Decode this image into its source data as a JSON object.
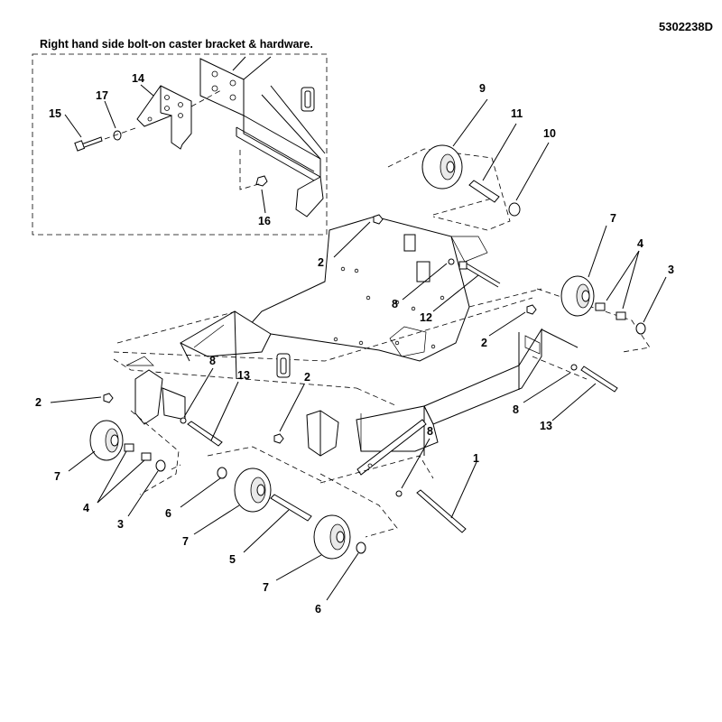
{
  "document_id": "5302238D",
  "inset": {
    "title": "Right hand side bolt-on caster bracket & hardware."
  },
  "callouts": {
    "c1": "1",
    "c2a": "2",
    "c2b": "2",
    "c2c": "2",
    "c2d": "2",
    "c3a": "3",
    "c3b": "3",
    "c4a": "4",
    "c4b": "4",
    "c5": "5",
    "c6a": "6",
    "c6b": "6",
    "c7a": "7",
    "c7b": "7",
    "c7c": "7",
    "c7d": "7",
    "c8a": "8",
    "c8b": "8",
    "c8c": "8",
    "c8d": "8",
    "c9": "9",
    "c10": "10",
    "c11": "11",
    "c12": "12",
    "c13a": "13",
    "c13b": "13",
    "c14": "14",
    "c15": "15",
    "c16": "16",
    "c17": "17"
  }
}
